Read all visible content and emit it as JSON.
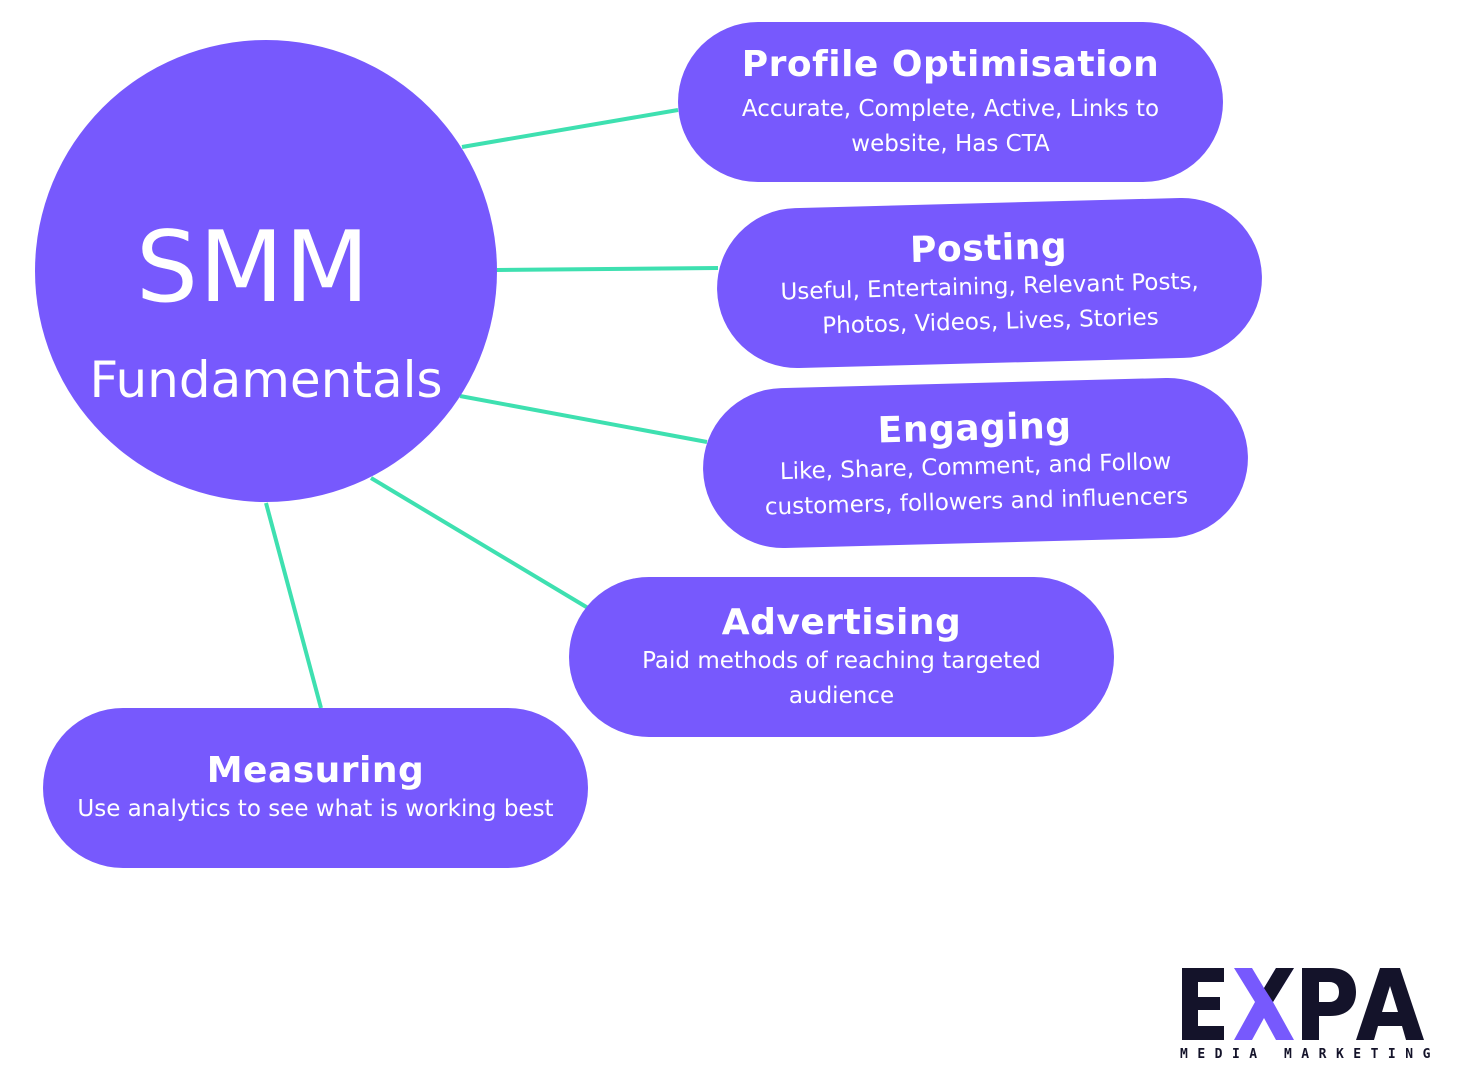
{
  "hub": {
    "title": "SMM",
    "subtitle": "Fundamentals"
  },
  "branches": [
    {
      "title": "Profile Optimisation",
      "lines": [
        "Accurate, Complete, Active, Links to",
        "website, Has CTA"
      ]
    },
    {
      "title": "Posting",
      "lines": [
        "Useful, Entertaining, Relevant Posts,",
        "Photos, Videos, Lives, Stories"
      ]
    },
    {
      "title": "Engaging",
      "lines": [
        "Like, Share, Comment, and Follow",
        "customers, followers and influencers"
      ]
    },
    {
      "title": "Advertising",
      "lines": [
        "Paid methods of reaching targeted",
        "audience"
      ]
    },
    {
      "title": "Measuring",
      "lines": [
        "Use analytics to see what is working best"
      ]
    }
  ],
  "logo": {
    "wordmark": "EXPA",
    "tagline": "MEDIA MARKETING"
  },
  "colors": {
    "node_fill": "#7759fd",
    "connector": "#3ee0b0",
    "node_text": "#ffffff",
    "logo_dark": "#14132a",
    "logo_accent": "#7759fd"
  }
}
